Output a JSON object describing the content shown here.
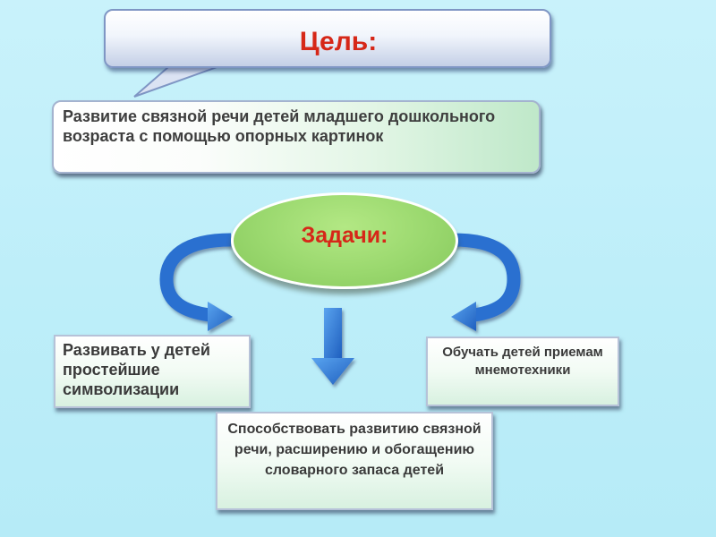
{
  "goal": {
    "title": "Цель:",
    "text": "Развитие связной  речи детей младшего дошкольного возраста  с помощью  опорных картинок"
  },
  "tasks": {
    "title": "Задачи:",
    "items": [
      "Развивать у детей простейшие символизации",
      "Обучать детей приемам мнемотехники",
      "Способствовать развитию связной речи, расширению и обогащению словарного запаса детей"
    ]
  },
  "colors": {
    "title_red": "#d62718",
    "arrow_blue": "#2a6fd0",
    "oval_green": "#9ad86e"
  }
}
